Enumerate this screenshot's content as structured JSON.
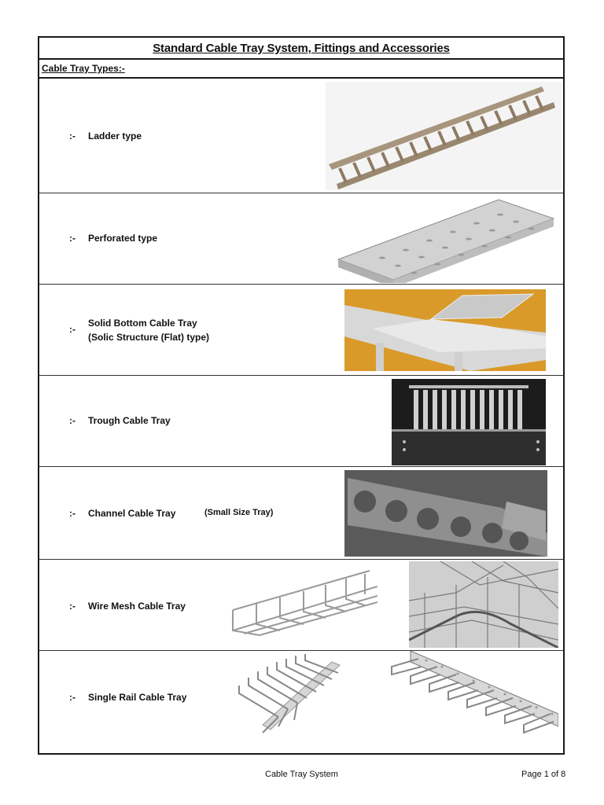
{
  "document": {
    "title": "Standard Cable Tray System, Fittings and Accessories",
    "section_heading": "Cable Tray Types:-",
    "bullet_symbol": ":-",
    "items": [
      {
        "label": "Ladder type",
        "image": "ladder-tray-image"
      },
      {
        "label": "Perforated type",
        "image": "perforated-tray-image"
      },
      {
        "label": "Solid Bottom Cable Tray",
        "label_line2": "(Solic Structure (Flat) type)",
        "image": "solid-bottom-tray-image"
      },
      {
        "label": "Trough Cable Tray",
        "image": "trough-tray-image"
      },
      {
        "label": "Channel Cable Tray",
        "note": "(Small Size Tray)",
        "image": "channel-tray-image"
      },
      {
        "label": "Wire Mesh Cable Tray",
        "images": [
          "wire-mesh-tray-image",
          "wire-mesh-junction-image"
        ]
      },
      {
        "label": "Single Rail Cable Tray",
        "images": [
          "single-rail-tray-image",
          "single-rail-wall-tray-image"
        ]
      }
    ]
  },
  "footer": {
    "left": "Cable Tray System",
    "right": "Page 1 of  8"
  },
  "colors": {
    "border": "#1a1a1a",
    "ladder": "#a8957d",
    "solid_bg": "#d99a2a",
    "trough_bg": "#1c1c1c",
    "channel_bg": "#5a5a5a"
  }
}
